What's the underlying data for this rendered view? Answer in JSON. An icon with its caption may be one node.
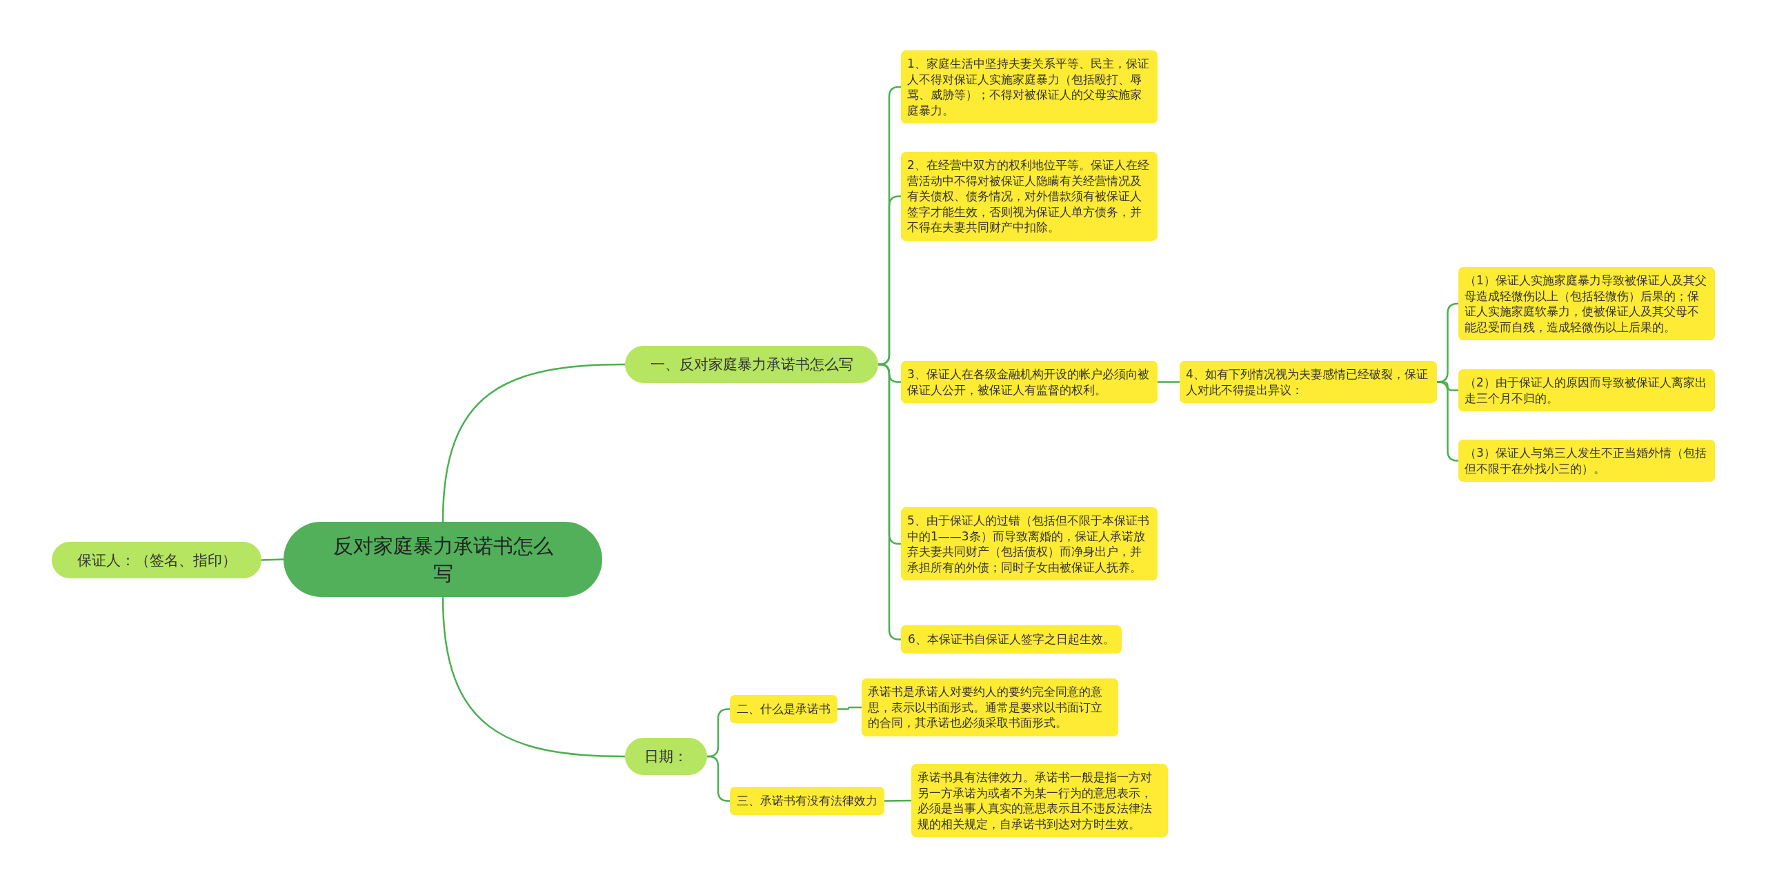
{
  "diagram": {
    "nodes": [
      {
        "text": [
          "反对家庭暴力承诺书怎么写"
        ]
      },
      {
        "text": [
          "一、反对家庭暴力承诺书怎么写"
        ]
      },
      {
        "text": [
          "保证人：（签名、指印）"
        ]
      },
      {
        "text": [
          "日期："
        ]
      },
      {
        "text": [
          "1、家庭生活中坚持夫妻关系平等、民主，保证人不得对保证人实施家庭暴力（包括殴打、辱骂、威胁等）；不得对被保证人的父母实施家庭暴力。"
        ]
      },
      {
        "text": [
          "2、在经营中双方的权利地位平等。保证人在经营活动中不得对被保证人隐瞒有关经营情况及有关债权、债务情况，对外借款须有被保证人签字才能生效，否则视为保证人单方债务，并不得在夫妻共同财产中扣除。"
        ]
      },
      {
        "text": [
          "3、保证人在各级金融机构开设的帐户必须向被保证人公开，被保证人有监督的权利。"
        ]
      },
      {
        "text": [
          "4、如有下列情况视为夫妻感情已经破裂，保证人对此不得提出异议："
        ]
      },
      {
        "text": [
          "（1）保证人实施家庭暴力导致被保证人及其父母造成轻微伤以上（包括轻微伤）后果的；保证人实施家庭软暴力，使被保证人及其父母不能忍受而自残，造成轻微伤以上后果的。"
        ]
      },
      {
        "text": [
          "（2）由于保证人的原因而导致被保证人离家出走三个月不归的。"
        ]
      },
      {
        "text": [
          "（3）保证人与第三人发生不正当婚外情（包括但不限于在外找小三的）。"
        ]
      },
      {
        "text": [
          "5、由于保证人的过错（包括但不限于本保证书中的1——3条）而导致离婚的，保证人承诺放弃夫妻共同财产（包括债权）而净身出户，并承担所有的外债；同时子女由被保证人抚养。"
        ]
      },
      {
        "text": [
          "6、本保证书自保证人签字之日起生效。"
        ]
      },
      {
        "text": [
          "二、什么是承诺书"
        ]
      },
      {
        "text": [
          "承诺书是承诺人对要约人的要约完全同意的意思，表示以书面形式。通常是要求以书面订立的合同，其承诺也必须采取书面形式。"
        ]
      },
      {
        "text": [
          "三、承诺书有没有法律效力"
        ]
      },
      {
        "text": [
          "承诺书具有法律效力。承诺书一般是指一方对另一方承诺为或者不为某一行为的意思表示，必须是当事人真实的意思表示且不违反法律法规的相关规定，自承诺书到达对方时生效。"
        ]
      }
    ],
    "edges": [
      {
        "from": 0,
        "to": 1,
        "arrow": "none"
      },
      {
        "from": 0,
        "to": 2,
        "arrow": "none"
      },
      {
        "from": 0,
        "to": 3,
        "arrow": "none"
      },
      {
        "from": 1,
        "to": 4,
        "arrow": "none"
      },
      {
        "from": 1,
        "to": 5,
        "arrow": "none"
      },
      {
        "from": 1,
        "to": 6,
        "arrow": "none"
      },
      {
        "from": 6,
        "to": 7,
        "arrow": "none"
      },
      {
        "from": 7,
        "to": 8,
        "arrow": "none"
      },
      {
        "from": 7,
        "to": 9,
        "arrow": "none"
      },
      {
        "from": 7,
        "to": 10,
        "arrow": "none"
      },
      {
        "from": 1,
        "to": 11,
        "arrow": "none"
      },
      {
        "from": 1,
        "to": 12,
        "arrow": "none"
      },
      {
        "from": 3,
        "to": 13,
        "arrow": "none"
      },
      {
        "from": 13,
        "to": 14,
        "arrow": "none"
      },
      {
        "from": 3,
        "to": 15,
        "arrow": "none"
      },
      {
        "from": 15,
        "to": 16,
        "arrow": "none"
      }
    ]
  }
}
